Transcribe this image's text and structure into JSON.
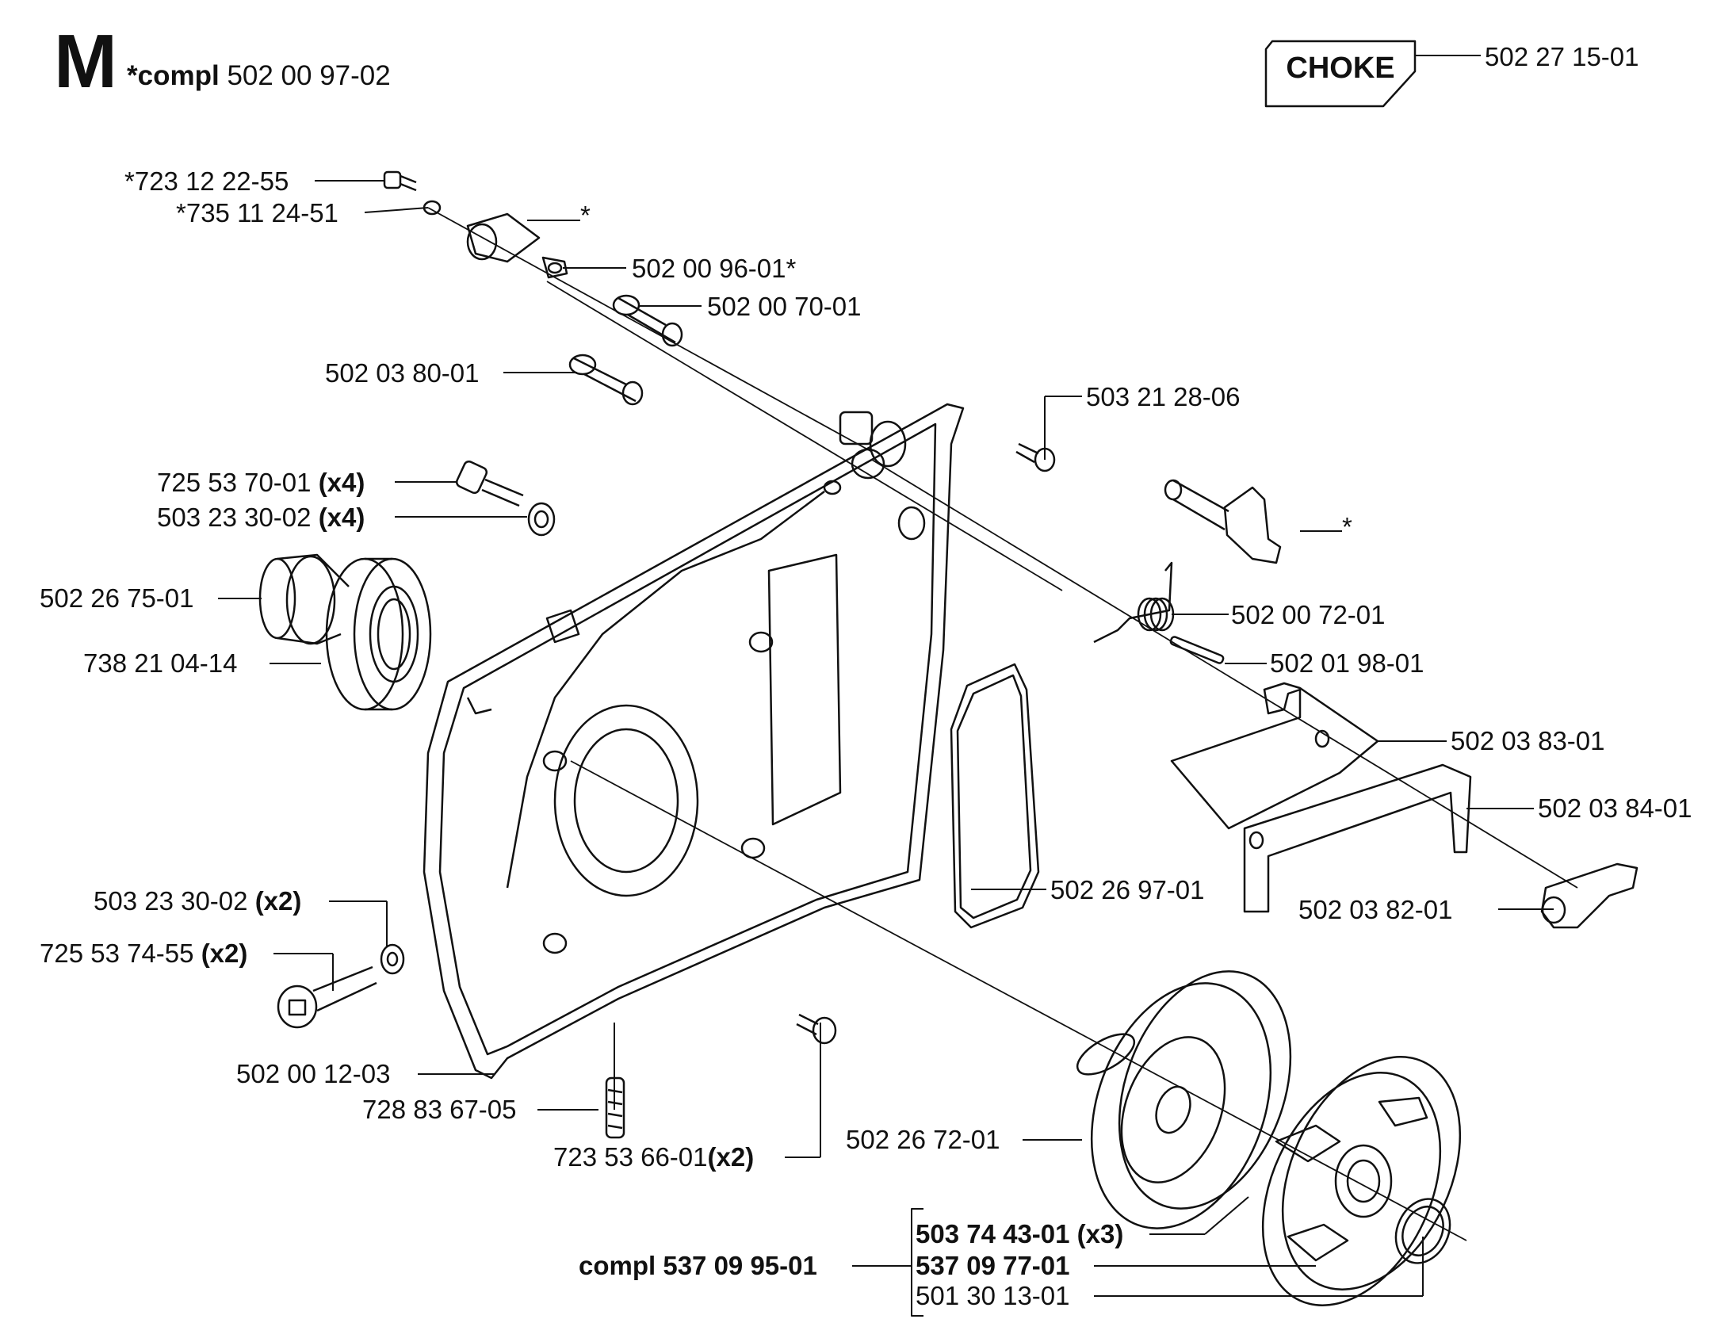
{
  "header": {
    "section_letter": "M",
    "compl_label": "*compl",
    "compl_number": "502 00 97-02"
  },
  "choke": {
    "label": "CHOKE",
    "number": "502 27 15-01"
  },
  "parts": {
    "p723122255": "*723 12 22-55",
    "p735112451": "*735 11 24-51",
    "star_top": "*",
    "p502009601": "502 00 96-01*",
    "p502007001": "502 00 70-01",
    "p502038001": "502 03 80-01",
    "p503212806": "503 21 28-06",
    "p725537001": "725 53 70-01",
    "p725537001_qty": "(x4)",
    "p503233002": "503 23 30-02",
    "p503233002_qty": "(x4)",
    "star_right": "*",
    "p502267501": "502 26 75-01",
    "p738210414": "738 21 04-14",
    "p502007201": "502 00 72-01",
    "p502019801": "502 01 98-01",
    "p502038301": "502 03 83-01",
    "p502038401": "502 03 84-01",
    "p502269701": "502 26 97-01",
    "p502038201": "502 03 82-01",
    "p503233002b": "503 23 30-02",
    "p503233002b_qty": "(x2)",
    "p725537455": "725 53 74-55",
    "p725537455_qty": "(x2)",
    "p502001203": "502 00 12-03",
    "p728836705": "728 83 67-05",
    "p723536601": "723 53 66-01",
    "p723536601_qty": "(x2)",
    "p502267201": "502 26 72-01",
    "p503744301": "503 74 43-01 (x3)",
    "compl_clutch": "compl 537 09 95-01",
    "p537097701": "537 09 77-01",
    "p501301301": "501 30 13-01"
  }
}
